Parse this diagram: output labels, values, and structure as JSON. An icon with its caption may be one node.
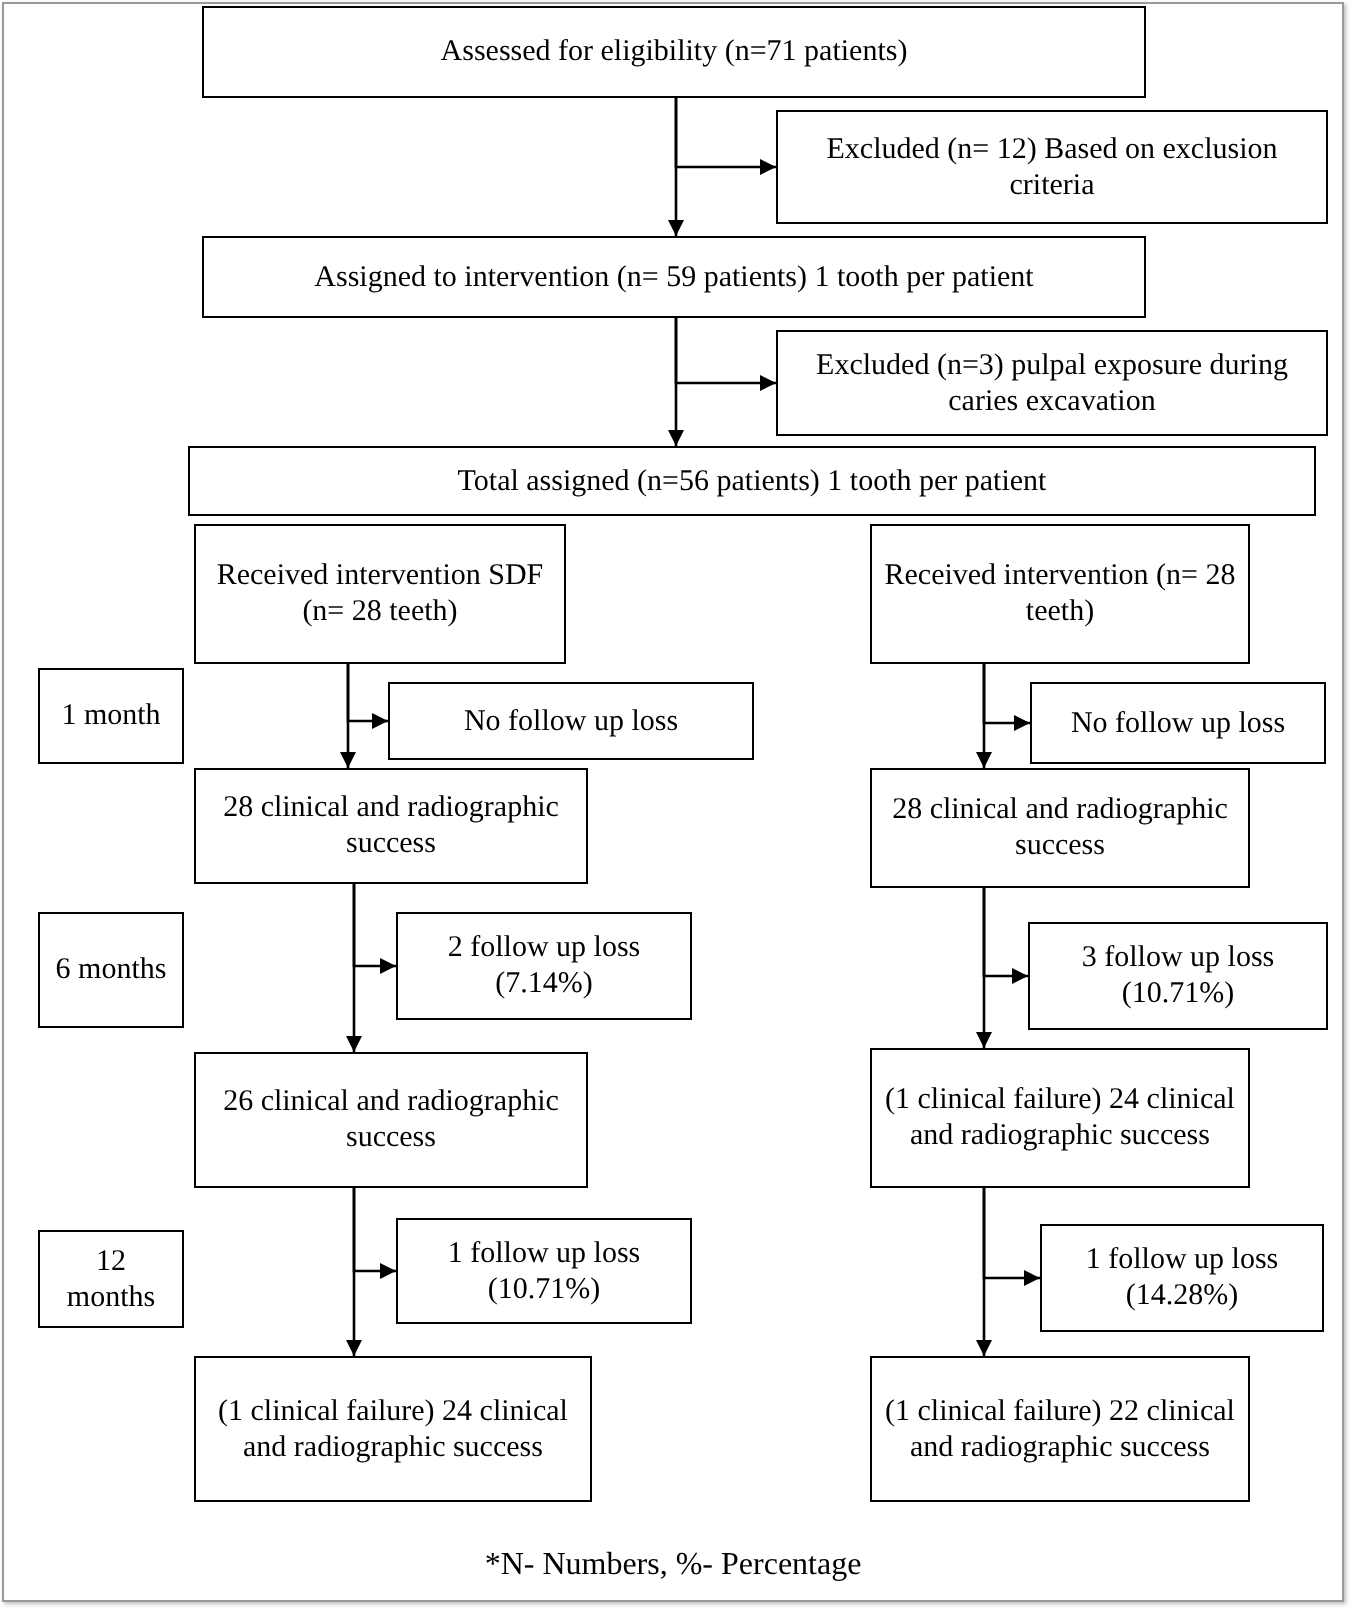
{
  "diagram": {
    "caption": "*N- Numbers, %- Percentage",
    "nodes": [
      {
        "text": [
          "Assessed for eligibility (n=71 patients)"
        ]
      },
      {
        "text": [
          "Excluded (n= 12) Based on exclusion criteria"
        ]
      },
      {
        "text": [
          "Assigned to intervention (n= 59 patients) 1 tooth per patient"
        ]
      },
      {
        "text": [
          "Excluded (n=3) pulpal exposure during caries excavation"
        ]
      },
      {
        "text": [
          "Total assigned (n=56 patients) 1 tooth per patient"
        ]
      },
      {
        "text": [
          "Received intervention SDF (n= 28 teeth)"
        ]
      },
      {
        "text": [
          "Received intervention (n= 28 teeth)"
        ]
      },
      {
        "text": [
          "1 month"
        ]
      },
      {
        "text": [
          "No follow up loss"
        ]
      },
      {
        "text": [
          "No follow up loss"
        ]
      },
      {
        "text": [
          "28 clinical and radiographic success"
        ]
      },
      {
        "text": [
          "28 clinical and radiographic success"
        ]
      },
      {
        "text": [
          "6 months"
        ]
      },
      {
        "text": [
          "2 follow up loss (7.14%)"
        ]
      },
      {
        "text": [
          "3 follow up loss (10.71%)"
        ]
      },
      {
        "text": [
          "26 clinical and radiographic success"
        ]
      },
      {
        "text": [
          "(1 clinical failure) 24 clinical and radiographic success"
        ]
      },
      {
        "text": [
          "12 months"
        ]
      },
      {
        "text": [
          "1 follow up loss (10.71%)"
        ]
      },
      {
        "text": [
          "1 follow up loss (14.28%)"
        ]
      },
      {
        "text": [
          "(1 clinical failure) 24 clinical and radiographic success"
        ]
      },
      {
        "text": [
          "(1 clinical failure) 22 clinical and radiographic success"
        ]
      }
    ],
    "edges": [
      {
        "from": 0,
        "to": 2,
        "arrow": "to"
      },
      {
        "from": 0,
        "to": 1,
        "arrow": "to"
      },
      {
        "from": 2,
        "to": 4,
        "arrow": "to"
      },
      {
        "from": 2,
        "to": 3,
        "arrow": "to"
      },
      {
        "from": 5,
        "to": 10,
        "arrow": "to"
      },
      {
        "from": 5,
        "to": 8,
        "arrow": "to"
      },
      {
        "from": 6,
        "to": 11,
        "arrow": "to"
      },
      {
        "from": 6,
        "to": 9,
        "arrow": "to"
      },
      {
        "from": 10,
        "to": 15,
        "arrow": "to"
      },
      {
        "from": 10,
        "to": 13,
        "arrow": "to"
      },
      {
        "from": 11,
        "to": 16,
        "arrow": "to"
      },
      {
        "from": 11,
        "to": 14,
        "arrow": "to"
      },
      {
        "from": 15,
        "to": 20,
        "arrow": "to"
      },
      {
        "from": 15,
        "to": 18,
        "arrow": "to"
      },
      {
        "from": 16,
        "to": 21,
        "arrow": "to"
      },
      {
        "from": 16,
        "to": 19,
        "arrow": "to"
      }
    ]
  }
}
